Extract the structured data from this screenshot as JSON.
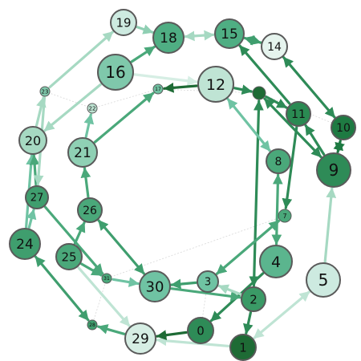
{
  "graph": {
    "nodes": [
      {
        "id": "0",
        "label": "0",
        "color": "#2e8b57"
      },
      {
        "id": "1",
        "label": "1",
        "color": "#1e6b35"
      },
      {
        "id": "2",
        "label": "2",
        "color": "#3a9a66"
      },
      {
        "id": "3",
        "label": "3",
        "color": "#6fc3a3"
      },
      {
        "id": "4",
        "label": "4",
        "color": "#5bb58e"
      },
      {
        "id": "5",
        "label": "5",
        "color": "#cdeae0"
      },
      {
        "id": "6",
        "label": "",
        "color": "#1e6b35"
      },
      {
        "id": "7",
        "label": "7",
        "color": "#4aa87a"
      },
      {
        "id": "8",
        "label": "8",
        "color": "#4aa87a"
      },
      {
        "id": "9",
        "label": "9",
        "color": "#2e8b57"
      },
      {
        "id": "10",
        "label": "10",
        "color": "#1e7a42"
      },
      {
        "id": "11",
        "label": "11",
        "color": "#2a8a52"
      },
      {
        "id": "12",
        "label": "12",
        "color": "#bfe4d4"
      },
      {
        "id": "14",
        "label": "14",
        "color": "#e6f4ee"
      },
      {
        "id": "15",
        "label": "15",
        "color": "#4fae83"
      },
      {
        "id": "16",
        "label": "16",
        "color": "#7fc8ab"
      },
      {
        "id": "17",
        "label": "17",
        "color": "#6fc0a0"
      },
      {
        "id": "18",
        "label": "18",
        "color": "#4fae83"
      },
      {
        "id": "19",
        "label": "19",
        "color": "#cdeae0"
      },
      {
        "id": "20",
        "label": "20",
        "color": "#a6d9c2"
      },
      {
        "id": "21",
        "label": "21",
        "color": "#8fd0b4"
      },
      {
        "id": "22",
        "label": "22",
        "color": "#bde3d2"
      },
      {
        "id": "23",
        "label": "23",
        "color": "#7fc8ab"
      },
      {
        "id": "24",
        "label": "24",
        "color": "#3f9e6e"
      },
      {
        "id": "25",
        "label": "25",
        "color": "#4aa87a"
      },
      {
        "id": "26",
        "label": "26",
        "color": "#4aa87a"
      },
      {
        "id": "27",
        "label": "27",
        "color": "#3f9e6e"
      },
      {
        "id": "28",
        "label": "28",
        "color": "#3f9e6e"
      },
      {
        "id": "29",
        "label": "29",
        "color": "#d6eee4"
      },
      {
        "id": "30",
        "label": "30",
        "color": "#6fc3a3"
      },
      {
        "id": "31",
        "label": "31",
        "color": "#4aa87a"
      }
    ],
    "edges": [
      {
        "from": "19",
        "to": "18",
        "color": "#8fcfb3",
        "bidirectional": false
      },
      {
        "from": "18",
        "to": "15",
        "color": "#a6d9c2",
        "bidirectional": true
      },
      {
        "from": "15",
        "to": "14",
        "color": "#3f9e6e",
        "bidirectional": true
      },
      {
        "from": "14",
        "to": "10",
        "color": "#2e8b57",
        "bidirectional": true
      },
      {
        "from": "10",
        "to": "9",
        "color": "#1e7a42",
        "bidirectional": true
      },
      {
        "from": "9",
        "to": "6",
        "color": "#2e8b57",
        "bidirectional": true
      },
      {
        "from": "6",
        "to": "2",
        "color": "#2e8b57",
        "bidirectional": true
      },
      {
        "from": "2",
        "to": "1",
        "color": "#2e8b57",
        "bidirectional": false
      },
      {
        "from": "1",
        "to": "29",
        "color": "#bfe4d4",
        "bidirectional": false
      },
      {
        "from": "29",
        "to": "28",
        "color": "#4aa87a",
        "bidirectional": false
      },
      {
        "from": "28",
        "to": "24",
        "color": "#3f9e6e",
        "bidirectional": true
      },
      {
        "from": "24",
        "to": "20",
        "color": "#6fc3a3",
        "bidirectional": false
      },
      {
        "from": "20",
        "to": "23",
        "color": "#a6d9c2",
        "bidirectional": false
      },
      {
        "from": "23",
        "to": "19",
        "color": "#a6d9c2",
        "bidirectional": false
      },
      {
        "from": "16",
        "to": "18",
        "color": "#4aa87a",
        "bidirectional": false
      },
      {
        "from": "16",
        "to": "12",
        "color": "#d6eee4",
        "bidirectional": false
      },
      {
        "from": "12",
        "to": "17",
        "color": "#1e6b35",
        "bidirectional": false
      },
      {
        "from": "12",
        "to": "8",
        "color": "#6fc3a3",
        "bidirectional": true
      },
      {
        "from": "12",
        "to": "6",
        "color": "#2e8b57",
        "bidirectional": false
      },
      {
        "from": "6",
        "to": "11",
        "color": "#2e8b57",
        "bidirectional": false
      },
      {
        "from": "11",
        "to": "15",
        "color": "#2e8b57",
        "bidirectional": false
      },
      {
        "from": "11",
        "to": "7",
        "color": "#2e8b57",
        "bidirectional": false
      },
      {
        "from": "8",
        "to": "4",
        "color": "#4aa87a",
        "bidirectional": true
      },
      {
        "from": "7",
        "to": "3",
        "color": "#4aa87a",
        "bidirectional": true
      },
      {
        "from": "4",
        "to": "0",
        "color": "#2e8b57",
        "bidirectional": false
      },
      {
        "from": "5",
        "to": "1",
        "color": "#bfe4d4",
        "bidirectional": true
      },
      {
        "from": "5",
        "to": "9",
        "color": "#a6d9c2",
        "bidirectional": false
      },
      {
        "from": "9",
        "to": "11",
        "color": "#2e8b57",
        "bidirectional": false
      },
      {
        "from": "3",
        "to": "30",
        "color": "#3f9e6e",
        "bidirectional": false
      },
      {
        "from": "30",
        "to": "26",
        "color": "#3f9e6e",
        "bidirectional": true
      },
      {
        "from": "30",
        "to": "2",
        "color": "#4aa87a",
        "bidirectional": false
      },
      {
        "from": "0",
        "to": "29",
        "color": "#1e6b35",
        "bidirectional": false
      },
      {
        "from": "26",
        "to": "21",
        "color": "#4aa87a",
        "bidirectional": false
      },
      {
        "from": "21",
        "to": "22",
        "color": "#6fc3a3",
        "bidirectional": false
      },
      {
        "from": "21",
        "to": "17",
        "color": "#4aa87a",
        "bidirectional": false
      },
      {
        "from": "16",
        "to": "20",
        "color": "#a6d9c2",
        "bidirectional": false
      },
      {
        "from": "27",
        "to": "20",
        "color": "#4aa87a",
        "bidirectional": false
      },
      {
        "from": "27",
        "to": "31",
        "color": "#4aa87a",
        "bidirectional": false
      },
      {
        "from": "25",
        "to": "26",
        "color": "#4aa87a",
        "bidirectional": false
      },
      {
        "from": "25",
        "to": "29",
        "color": "#bfe4d4",
        "bidirectional": false
      },
      {
        "from": "31",
        "to": "30",
        "color": "#6fc3a3",
        "bidirectional": false
      },
      {
        "from": "23",
        "to": "27",
        "color": "#a6d9c2",
        "bidirectional": false
      },
      {
        "from": "2",
        "to": "3",
        "color": "#a6d9c2",
        "bidirectional": false
      },
      {
        "from": "24",
        "to": "27",
        "color": "#6fc3a3",
        "bidirectional": false
      },
      {
        "from": "25",
        "to": "31",
        "color": "#4aa87a",
        "bidirectional": false
      }
    ]
  }
}
